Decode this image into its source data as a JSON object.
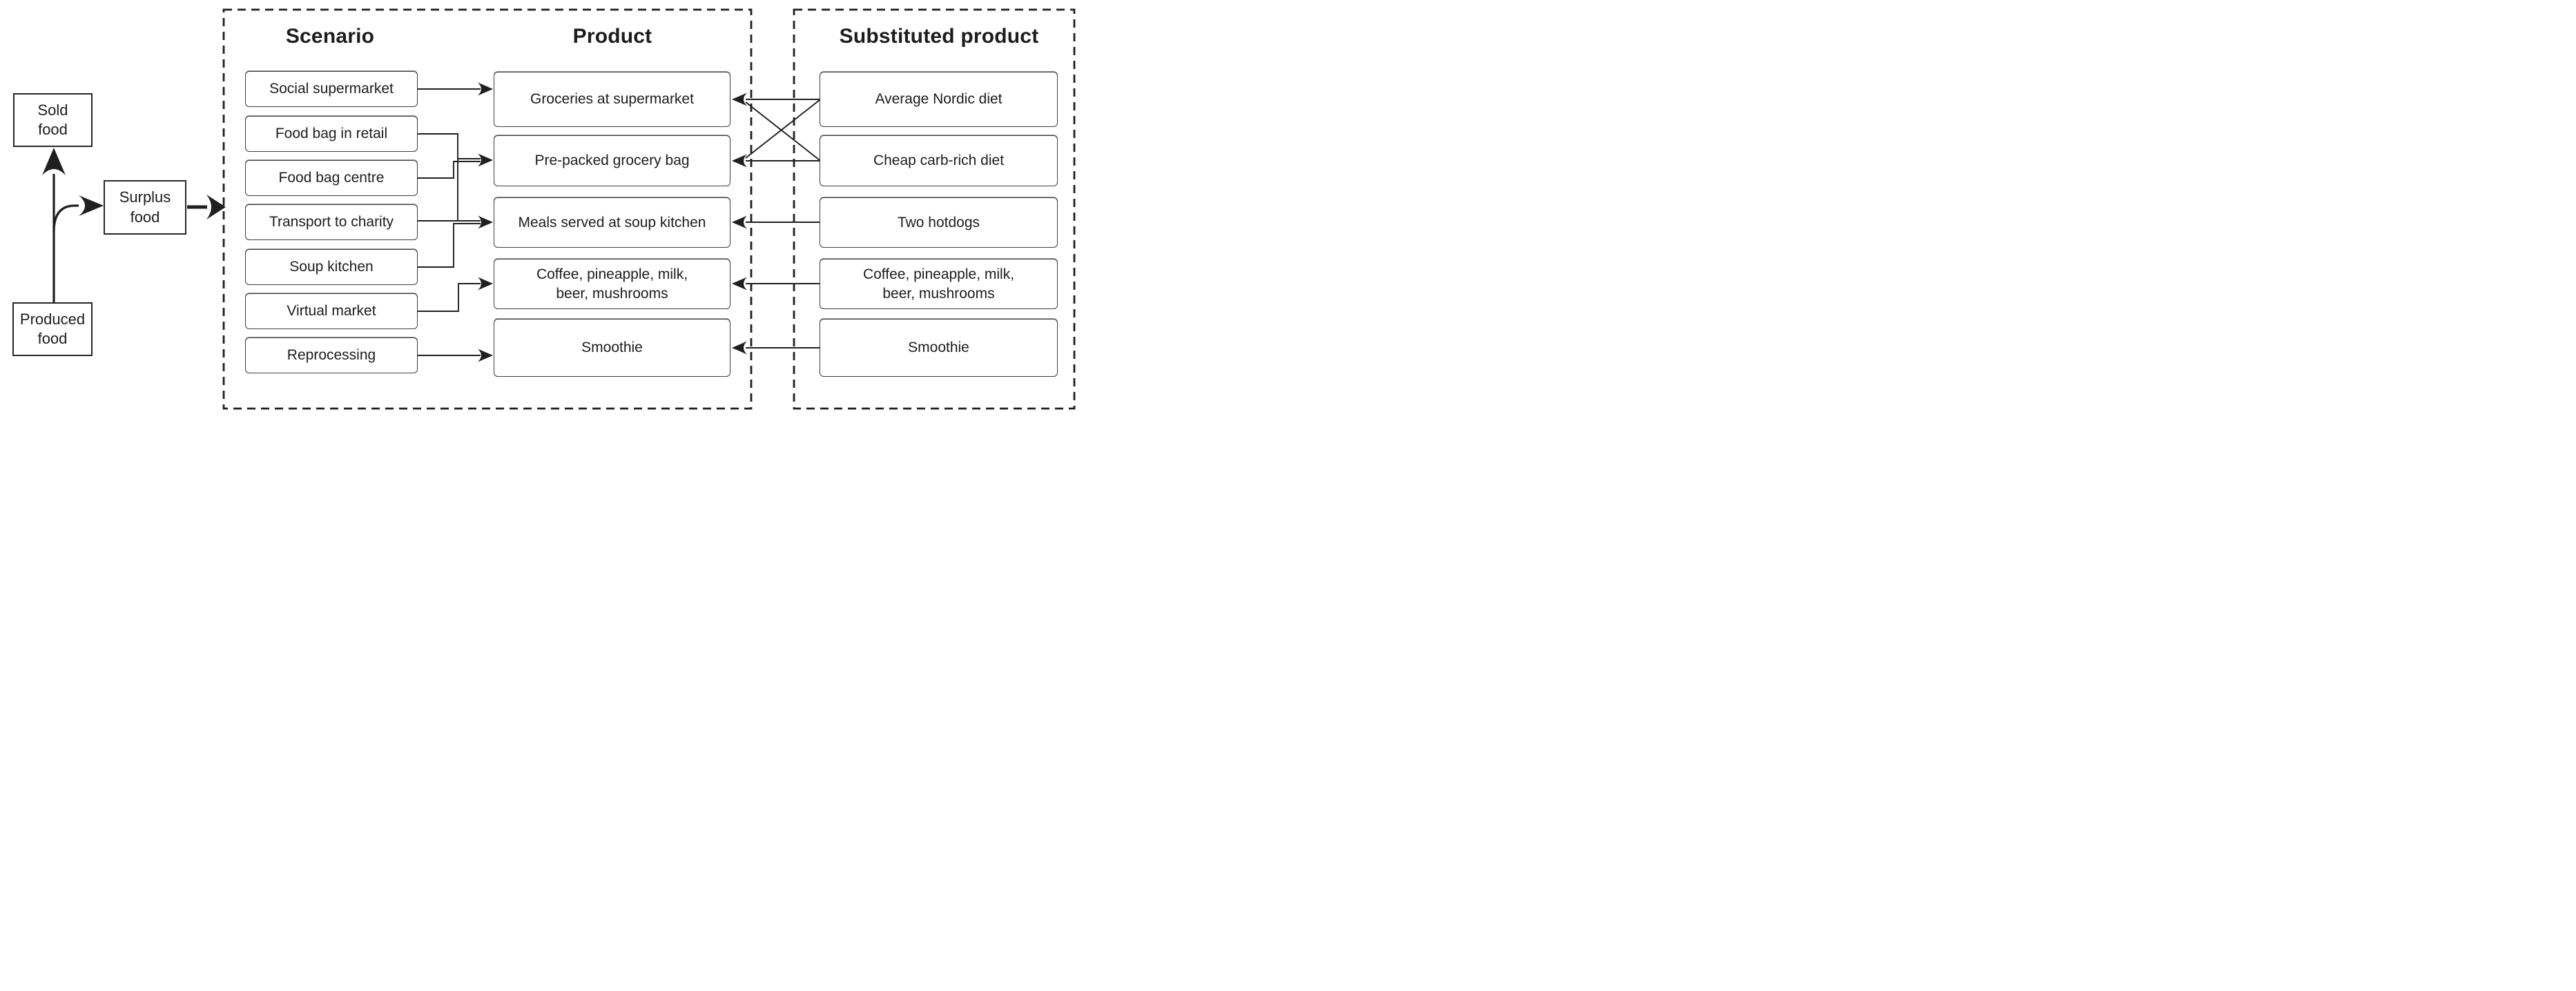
{
  "figure": {
    "background": "#ffffff",
    "colors": {
      "line": "#1f1f1f",
      "rounded_box_border": "#3d3d3d",
      "square_box_border": "#262626",
      "text": "#1c1c1c"
    },
    "flow_boxes": {
      "sold": "Sold\nfood",
      "produced": "Produced\nfood",
      "surplus": "Surplus\nfood"
    },
    "columns": [
      {
        "id": "scenario",
        "title": "Scenario",
        "items": [
          "Social supermarket",
          "Food bag in retail",
          "Food bag centre",
          "Transport to charity",
          "Soup kitchen",
          "Virtual market",
          "Reprocessing"
        ]
      },
      {
        "id": "product",
        "title": "Product",
        "items": [
          "Groceries at supermarket",
          "Pre-packed grocery bag",
          "Meals served at soup kitchen",
          "Coffee, pineapple, milk,\nbeer, mushrooms",
          "Smoothie"
        ]
      },
      {
        "id": "substituted",
        "title": "Substituted product",
        "items": [
          "Average Nordic diet",
          "Cheap carb-rich diet",
          "Two hotdogs",
          "Coffee, pineapple, milk,\nbeer, mushrooms",
          "Smoothie"
        ]
      }
    ],
    "connections": [
      {
        "id": "produced-to-sold",
        "from": "Produced food",
        "to": "Sold food",
        "style": "thick"
      },
      {
        "id": "produced-to-surplus",
        "from": "Produced food",
        "to": "Surplus food",
        "style": "thick"
      },
      {
        "id": "surplus-to-scenario-group",
        "from": "Surplus food",
        "to": "Scenario group",
        "style": "thick"
      },
      {
        "id": "social-supermarket-to-groceries",
        "from": "Social supermarket",
        "to": "Groceries at supermarket",
        "style": "thin"
      },
      {
        "id": "food-bag-retail-to-prepacked",
        "from": "Food bag in retail",
        "to": "Pre-packed grocery bag",
        "style": "thin"
      },
      {
        "id": "food-bag-centre-to-prepacked",
        "from": "Food bag centre",
        "to": "Pre-packed grocery bag",
        "style": "thin"
      },
      {
        "id": "transport-charity-to-meals",
        "from": "Transport to charity",
        "to": "Meals served at soup kitchen",
        "style": "thin"
      },
      {
        "id": "soup-kitchen-to-meals",
        "from": "Soup kitchen",
        "to": "Meals served at soup kitchen",
        "style": "thin"
      },
      {
        "id": "virtual-market-to-coffee",
        "from": "Virtual market",
        "to": "Coffee, pineapple, milk, beer, mushrooms (product)",
        "style": "thin"
      },
      {
        "id": "reprocessing-to-smoothie",
        "from": "Reprocessing",
        "to": "Smoothie (product)",
        "style": "thin"
      },
      {
        "id": "nordic-diet-to-groceries",
        "from": "Average Nordic diet",
        "to": "Groceries at supermarket",
        "style": "thin"
      },
      {
        "id": "nordic-diet-to-prepacked",
        "from": "Average Nordic diet",
        "to": "Pre-packed grocery bag",
        "style": "thin"
      },
      {
        "id": "carb-diet-to-prepacked",
        "from": "Cheap carb-rich diet",
        "to": "Pre-packed grocery bag",
        "style": "thin"
      },
      {
        "id": "carb-diet-to-groceries",
        "from": "Cheap carb-rich diet",
        "to": "Groceries at supermarket",
        "style": "thin"
      },
      {
        "id": "hotdogs-to-meals",
        "from": "Two hotdogs",
        "to": "Meals served at soup kitchen",
        "style": "thin"
      },
      {
        "id": "coffee-sub-to-coffee",
        "from": "Coffee, pineapple, milk, beer, mushrooms (substituted)",
        "to": "Coffee, pineapple, milk, beer, mushrooms (product)",
        "style": "thin"
      },
      {
        "id": "smoothie-sub-to-smoothie",
        "from": "Smoothie (substituted)",
        "to": "Smoothie (product)",
        "style": "thin"
      }
    ]
  }
}
